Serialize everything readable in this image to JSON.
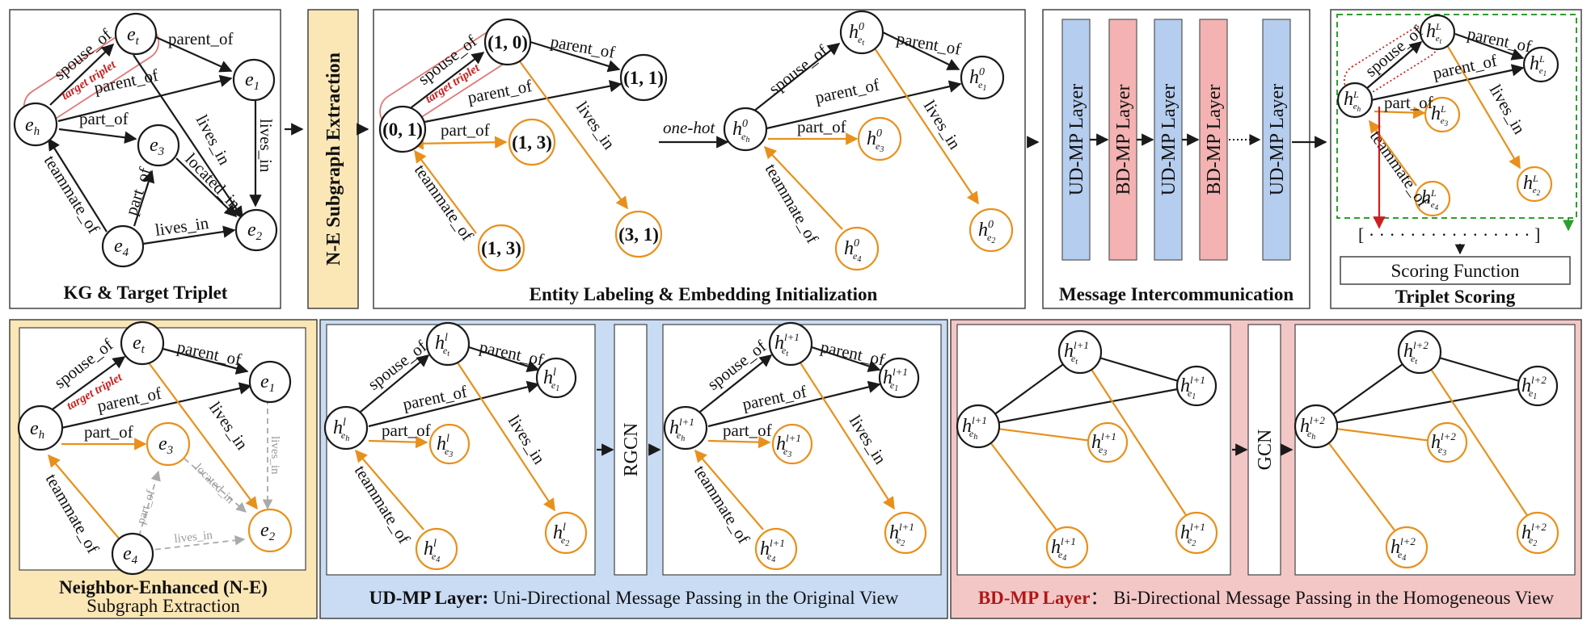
{
  "panels": {
    "kg": {
      "caption": "KG & Target Triplet"
    },
    "ne_extraction": {
      "label": "N-E Subgraph Extraction"
    },
    "labeling": {
      "caption": "Entity Labeling & Embedding Initialization",
      "one_hot": "one-hot"
    },
    "message": {
      "caption": "Message Intercommunication",
      "layers": [
        "UD-MP Layer",
        "BD-MP Layer",
        "UD-MP Layer",
        "BD-MP Layer",
        "UD-MP Layer"
      ]
    },
    "scoring": {
      "caption": "Triplet Scoring",
      "function": "Scoring Function"
    },
    "ne_detail": {
      "caption_bold": "Neighbor-Enhanced (N-E)",
      "caption_sub": "Subgraph Extraction"
    },
    "udmp": {
      "caption_bold": "UD-MP Layer:",
      "caption_rest": " Uni-Directional Message Passing in the Original View",
      "op": "RGCN"
    },
    "bdmp": {
      "caption_bold": "BD-MP Layer",
      "caption_rest": "： Bi-Directional Message Passing in the Homogeneous View",
      "op": "GCN"
    }
  },
  "relations": {
    "spouse_of": "spouse_of",
    "parent_of": "parent_of",
    "part_of": "part_of",
    "lives_in": "lives_in",
    "located_in": "located_in",
    "teammate_of": "teammate_of",
    "target_triplet": "target triplet"
  },
  "entities": {
    "eh": "e",
    "et": "e",
    "e1": "e",
    "e2": "e",
    "e3": "e",
    "e4": "e",
    "eh_sub": "h",
    "et_sub": "t",
    "e1_sub": "1",
    "e2_sub": "2",
    "e3_sub": "3",
    "e4_sub": "4"
  },
  "labels": {
    "et": "(1, 0)",
    "eh": "(0, 1)",
    "e1": "(1, 1)",
    "e3": "(1, 3)",
    "e2": "(3, 1)",
    "e4": "(1, 3)"
  },
  "superscripts": {
    "init": "0",
    "final": "L",
    "l": "l",
    "l1": "l+1",
    "l2": "l+2"
  },
  "colors": {
    "orange": "#e8901c",
    "blue_panel": "#c9dcf4",
    "pink_panel": "#f4c7c7",
    "yellow_panel": "#fbe6b6",
    "layer_blue": "#b5cdee",
    "layer_pink": "#f4b2b2",
    "red": "#cc1f1f",
    "green_dash": "#2e9e2e"
  }
}
